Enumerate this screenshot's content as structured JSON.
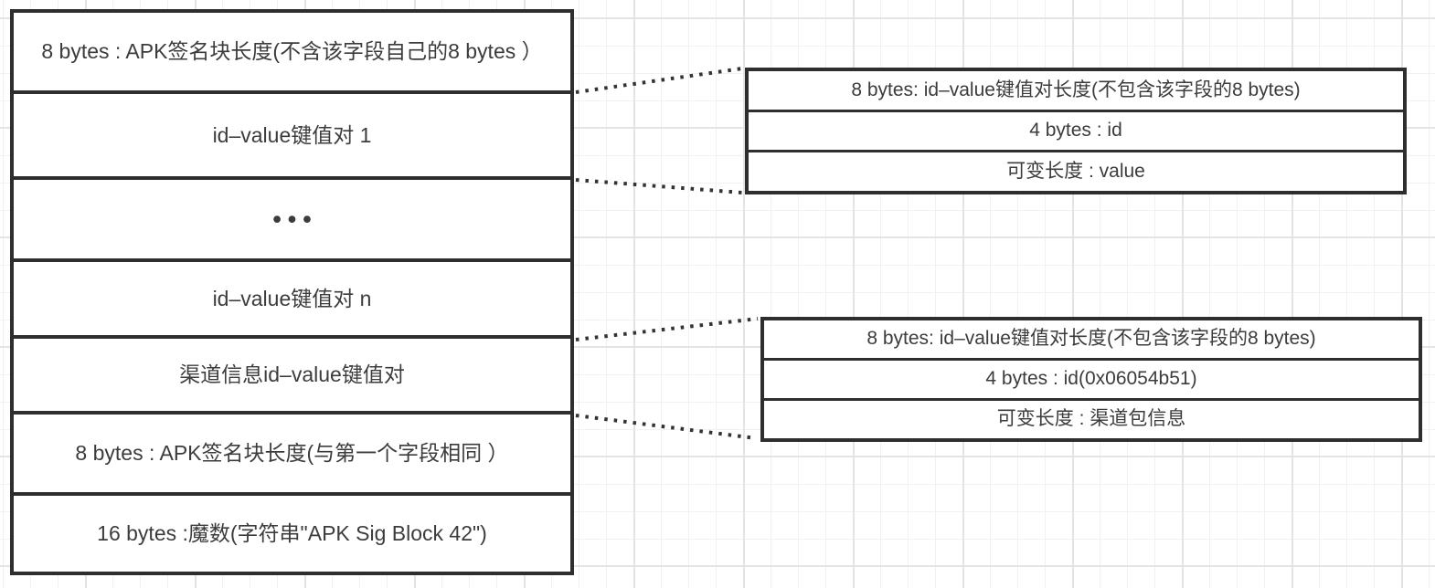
{
  "diagram": {
    "title_hint": "APK Signing Block structure with id-value pair details",
    "colors": {
      "border": "#2e2e2e",
      "text": "#3c3c3c",
      "connector": "#333333",
      "grid_minor": "#f1f1f1",
      "grid_major": "#e4e4e4",
      "background": "#ffffff"
    },
    "left_table": {
      "rows": [
        "8 bytes : APK签名块长度(不含该字段自己的8 bytes ）",
        "id–value键值对 1",
        "•••",
        "id–value键值对 n",
        "渠道信息id–value键值对",
        "8 bytes : APK签名块长度(与第一个字段相同 ）",
        "16 bytes :魔数(字符串\"APK Sig Block 42\")"
      ]
    },
    "detail_table_top": {
      "rows": [
        "8 bytes: id–value键值对长度(不包含该字段的8 bytes)",
        "4 bytes : id",
        "可变长度 : value"
      ]
    },
    "detail_table_bottom": {
      "rows": [
        "8 bytes: id–value键值对长度(不包含该字段的8 bytes)",
        "4 bytes : id(0x06054b51)",
        "可变长度 : 渠道包信息"
      ]
    }
  }
}
